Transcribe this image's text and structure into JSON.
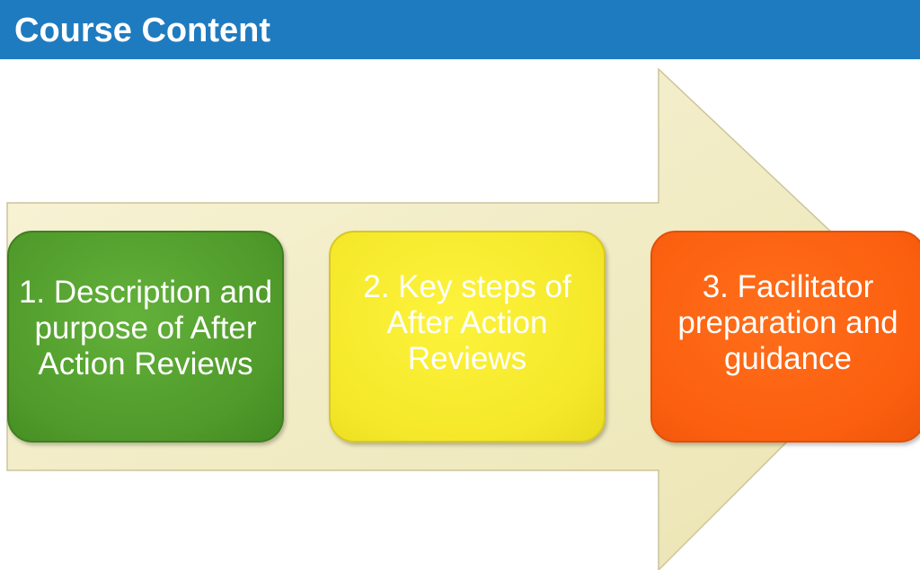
{
  "slide": {
    "title": "Course Content"
  },
  "steps": [
    {
      "label": "1. Description and purpose of After Action Reviews",
      "color": "#4f9a2a"
    },
    {
      "label": "2. Key steps of After Action Reviews",
      "color": "#f5e82a"
    },
    {
      "label": "3. Facilitator preparation and guidance",
      "color": "#fb5f0f"
    }
  ],
  "colors": {
    "title_bar": "#1f7bbf",
    "arrow_fill": "#f4efc6",
    "arrow_border": "#ccc49a"
  }
}
